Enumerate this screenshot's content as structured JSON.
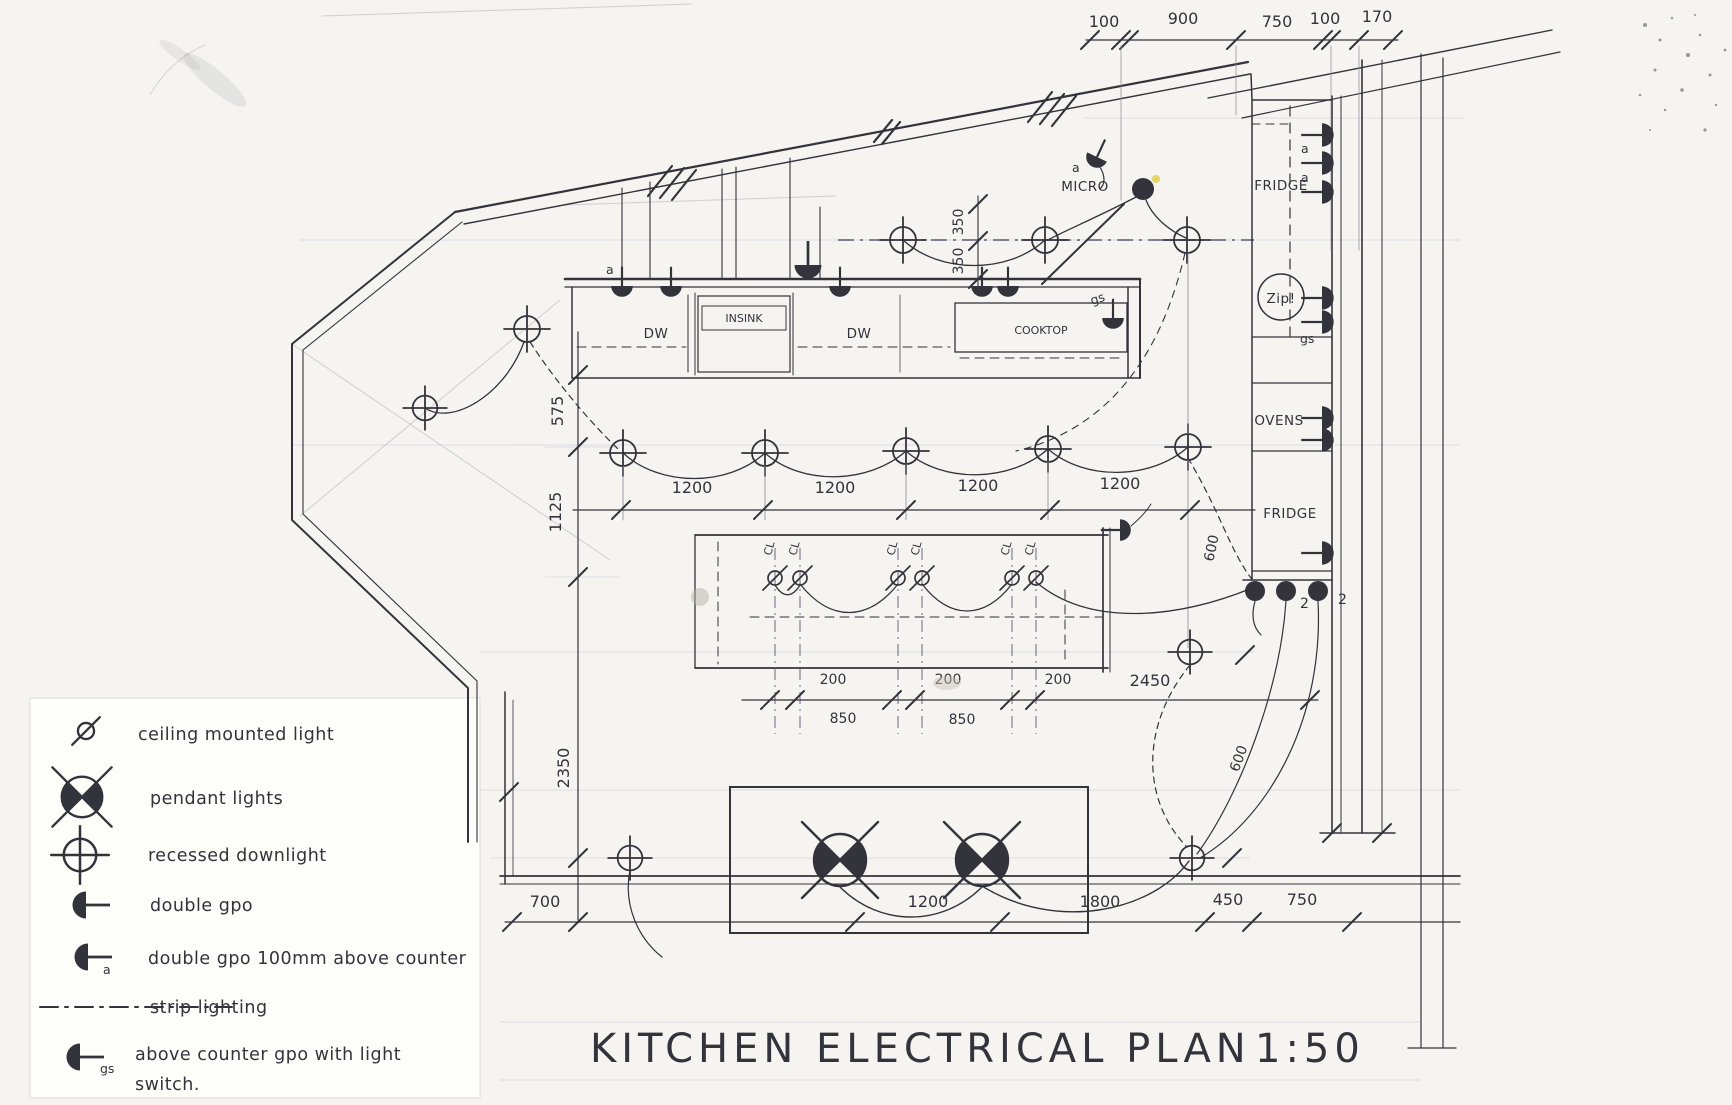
{
  "title": {
    "text": "KITCHEN ELECTRICAL PLAN",
    "scale": "1:50"
  },
  "legend": {
    "items": [
      {
        "symbol": "ceiling-mounted-light",
        "label": "ceiling mounted light"
      },
      {
        "symbol": "pendant-light",
        "label": "pendant lights"
      },
      {
        "symbol": "recessed-downlight",
        "label": "recessed downlight"
      },
      {
        "symbol": "double-gpo",
        "label": "double gpo"
      },
      {
        "symbol": "double-gpo-above-counter",
        "sub": "a",
        "label": "double gpo 100mm above counter"
      },
      {
        "symbol": "strip-lighting",
        "label": "strip lighting"
      },
      {
        "symbol": "above-counter-gpo-switch",
        "sub": "gs",
        "label": "above counter gpo with light",
        "label2": "switch."
      }
    ]
  },
  "labels": {
    "micro": "MICRO",
    "fridge_upper": "FRIDGE",
    "zip": "Zip!",
    "ovens": "OVENS",
    "fridge_lower": "FRIDGE",
    "dw_left": "DW",
    "insink": "INSINK",
    "dw_right": "DW",
    "cooktop": "COOKTOP",
    "cl": "CL"
  },
  "subs": {
    "a": "a",
    "gs": "gs",
    "two": "2"
  },
  "dims": {
    "top": [
      "100",
      "900",
      "750",
      "100",
      "170"
    ],
    "left": [
      "575",
      "1125",
      "2350"
    ],
    "downlight_row": [
      "1200",
      "1200",
      "1200",
      "1200"
    ],
    "strip": [
      "350",
      "350"
    ],
    "island_200": [
      "200",
      "200",
      "200"
    ],
    "island_2450": "2450",
    "island_850": [
      "850",
      "850"
    ],
    "right_runs": [
      "600",
      "600"
    ],
    "bottom": [
      "700",
      "1200",
      "1800",
      "450",
      "750"
    ]
  }
}
